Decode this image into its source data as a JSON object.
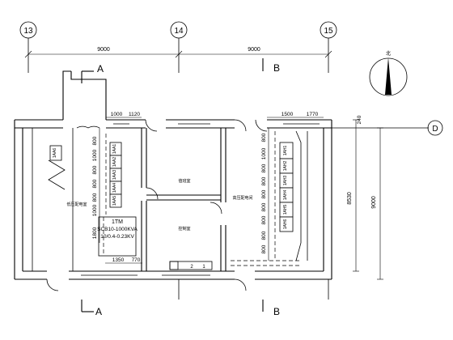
{
  "grid_axes": {
    "axis_13": "13",
    "axis_14": "14",
    "axis_15": "15",
    "axis_d": "D"
  },
  "dimensions": {
    "span_13_14": "9000",
    "span_14_15": "9000",
    "left_door_1000": "1000",
    "left_door_1120": "1120",
    "right_1500": "1500",
    "right_1770": "1770",
    "depth_8530": "8530",
    "depth_9000": "9000",
    "top_240": "240",
    "bottom_1350": "1350",
    "bottom_770": "770",
    "left_col_pitches": [
      "800",
      "1000",
      "800",
      "800",
      "800",
      "1000",
      "800"
    ],
    "left_col_lower": "1800",
    "right_col_pitches": [
      "800",
      "1000",
      "800",
      "800",
      "800",
      "800",
      "800",
      "800",
      "800"
    ]
  },
  "section_marks": {
    "a_top": "A",
    "b_top": "B",
    "a_bottom": "A",
    "b_bottom": "B"
  },
  "north_arrow_label": "北",
  "room_labels": {
    "left_hv_room": "低压配电室",
    "middle_upper_room": "值班室",
    "middle_lower_room": "控制室",
    "right_room": "高压配电间"
  },
  "left_cabinets": [
    "1AA1",
    "1AA2",
    "1AA3",
    "1AA4",
    "1AA5"
  ],
  "left_single_cabinet": "1AA6",
  "right_cabinets": [
    "1AH1",
    "1AH2",
    "1AH3",
    "1AH4",
    "1AH5",
    "1AH6"
  ],
  "transformer": {
    "id": "1TM",
    "model": "SCB10-1000KVA",
    "voltage": "10/0.4-0.23KV"
  },
  "bottom_panel_labels": [
    "2",
    "1"
  ]
}
